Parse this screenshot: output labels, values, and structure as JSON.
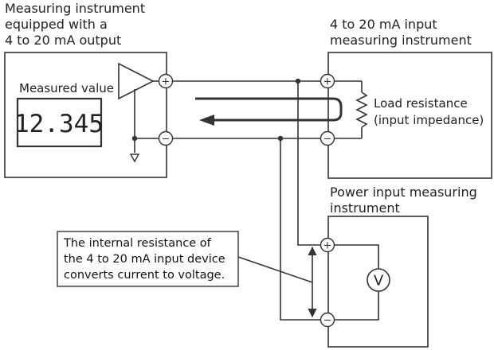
{
  "output_instrument": {
    "title_lines": [
      "Measuring instrument",
      "equipped with a",
      "4 to 20 mA output"
    ],
    "measured_value_label": "Measured value",
    "display_value": "12.345"
  },
  "input_instrument": {
    "title_lines": [
      "4 to 20 mA input",
      "measuring instrument"
    ],
    "load_label_lines": [
      "Load resistance",
      "(input impedance)"
    ]
  },
  "power_instrument": {
    "title_lines": [
      "Power input measuring",
      "instrument"
    ],
    "meter_symbol": "V"
  },
  "note": {
    "lines": [
      "The internal resistance of",
      "the 4 to 20 mA input device",
      "converts current to voltage."
    ]
  },
  "terminals": {
    "positive": "+",
    "negative": "−"
  },
  "icons": {
    "amplifier": "amplifier-triangle-icon",
    "ground": "ground-arrow-icon",
    "resistor": "resistor-zigzag-icon",
    "voltmeter": "voltmeter-icon",
    "current_flow": "current-flow-arrow-icon",
    "voltage": "voltage-double-arrow-icon"
  },
  "colors": {
    "line": "#333333",
    "text": "#222222",
    "background": "#ffffff"
  }
}
